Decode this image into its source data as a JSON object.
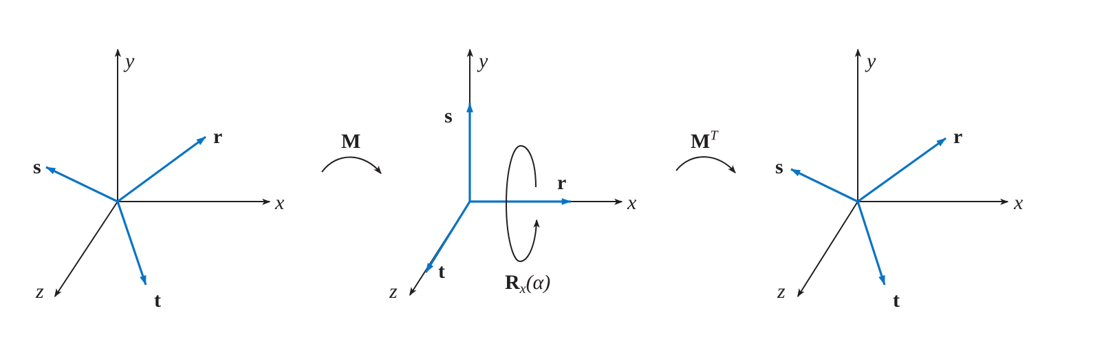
{
  "colors": {
    "axis": "#231f20",
    "vector": "#0a74c4"
  },
  "axes": {
    "x": "x",
    "y": "y",
    "z": "z"
  },
  "vectors": {
    "r": "r",
    "s": "s",
    "t": "t"
  },
  "transforms": {
    "forward": "M",
    "inverse_base": "M",
    "inverse_sup": "T",
    "rotation_base": "R",
    "rotation_sub": "x",
    "rotation_arg": "(α)"
  }
}
